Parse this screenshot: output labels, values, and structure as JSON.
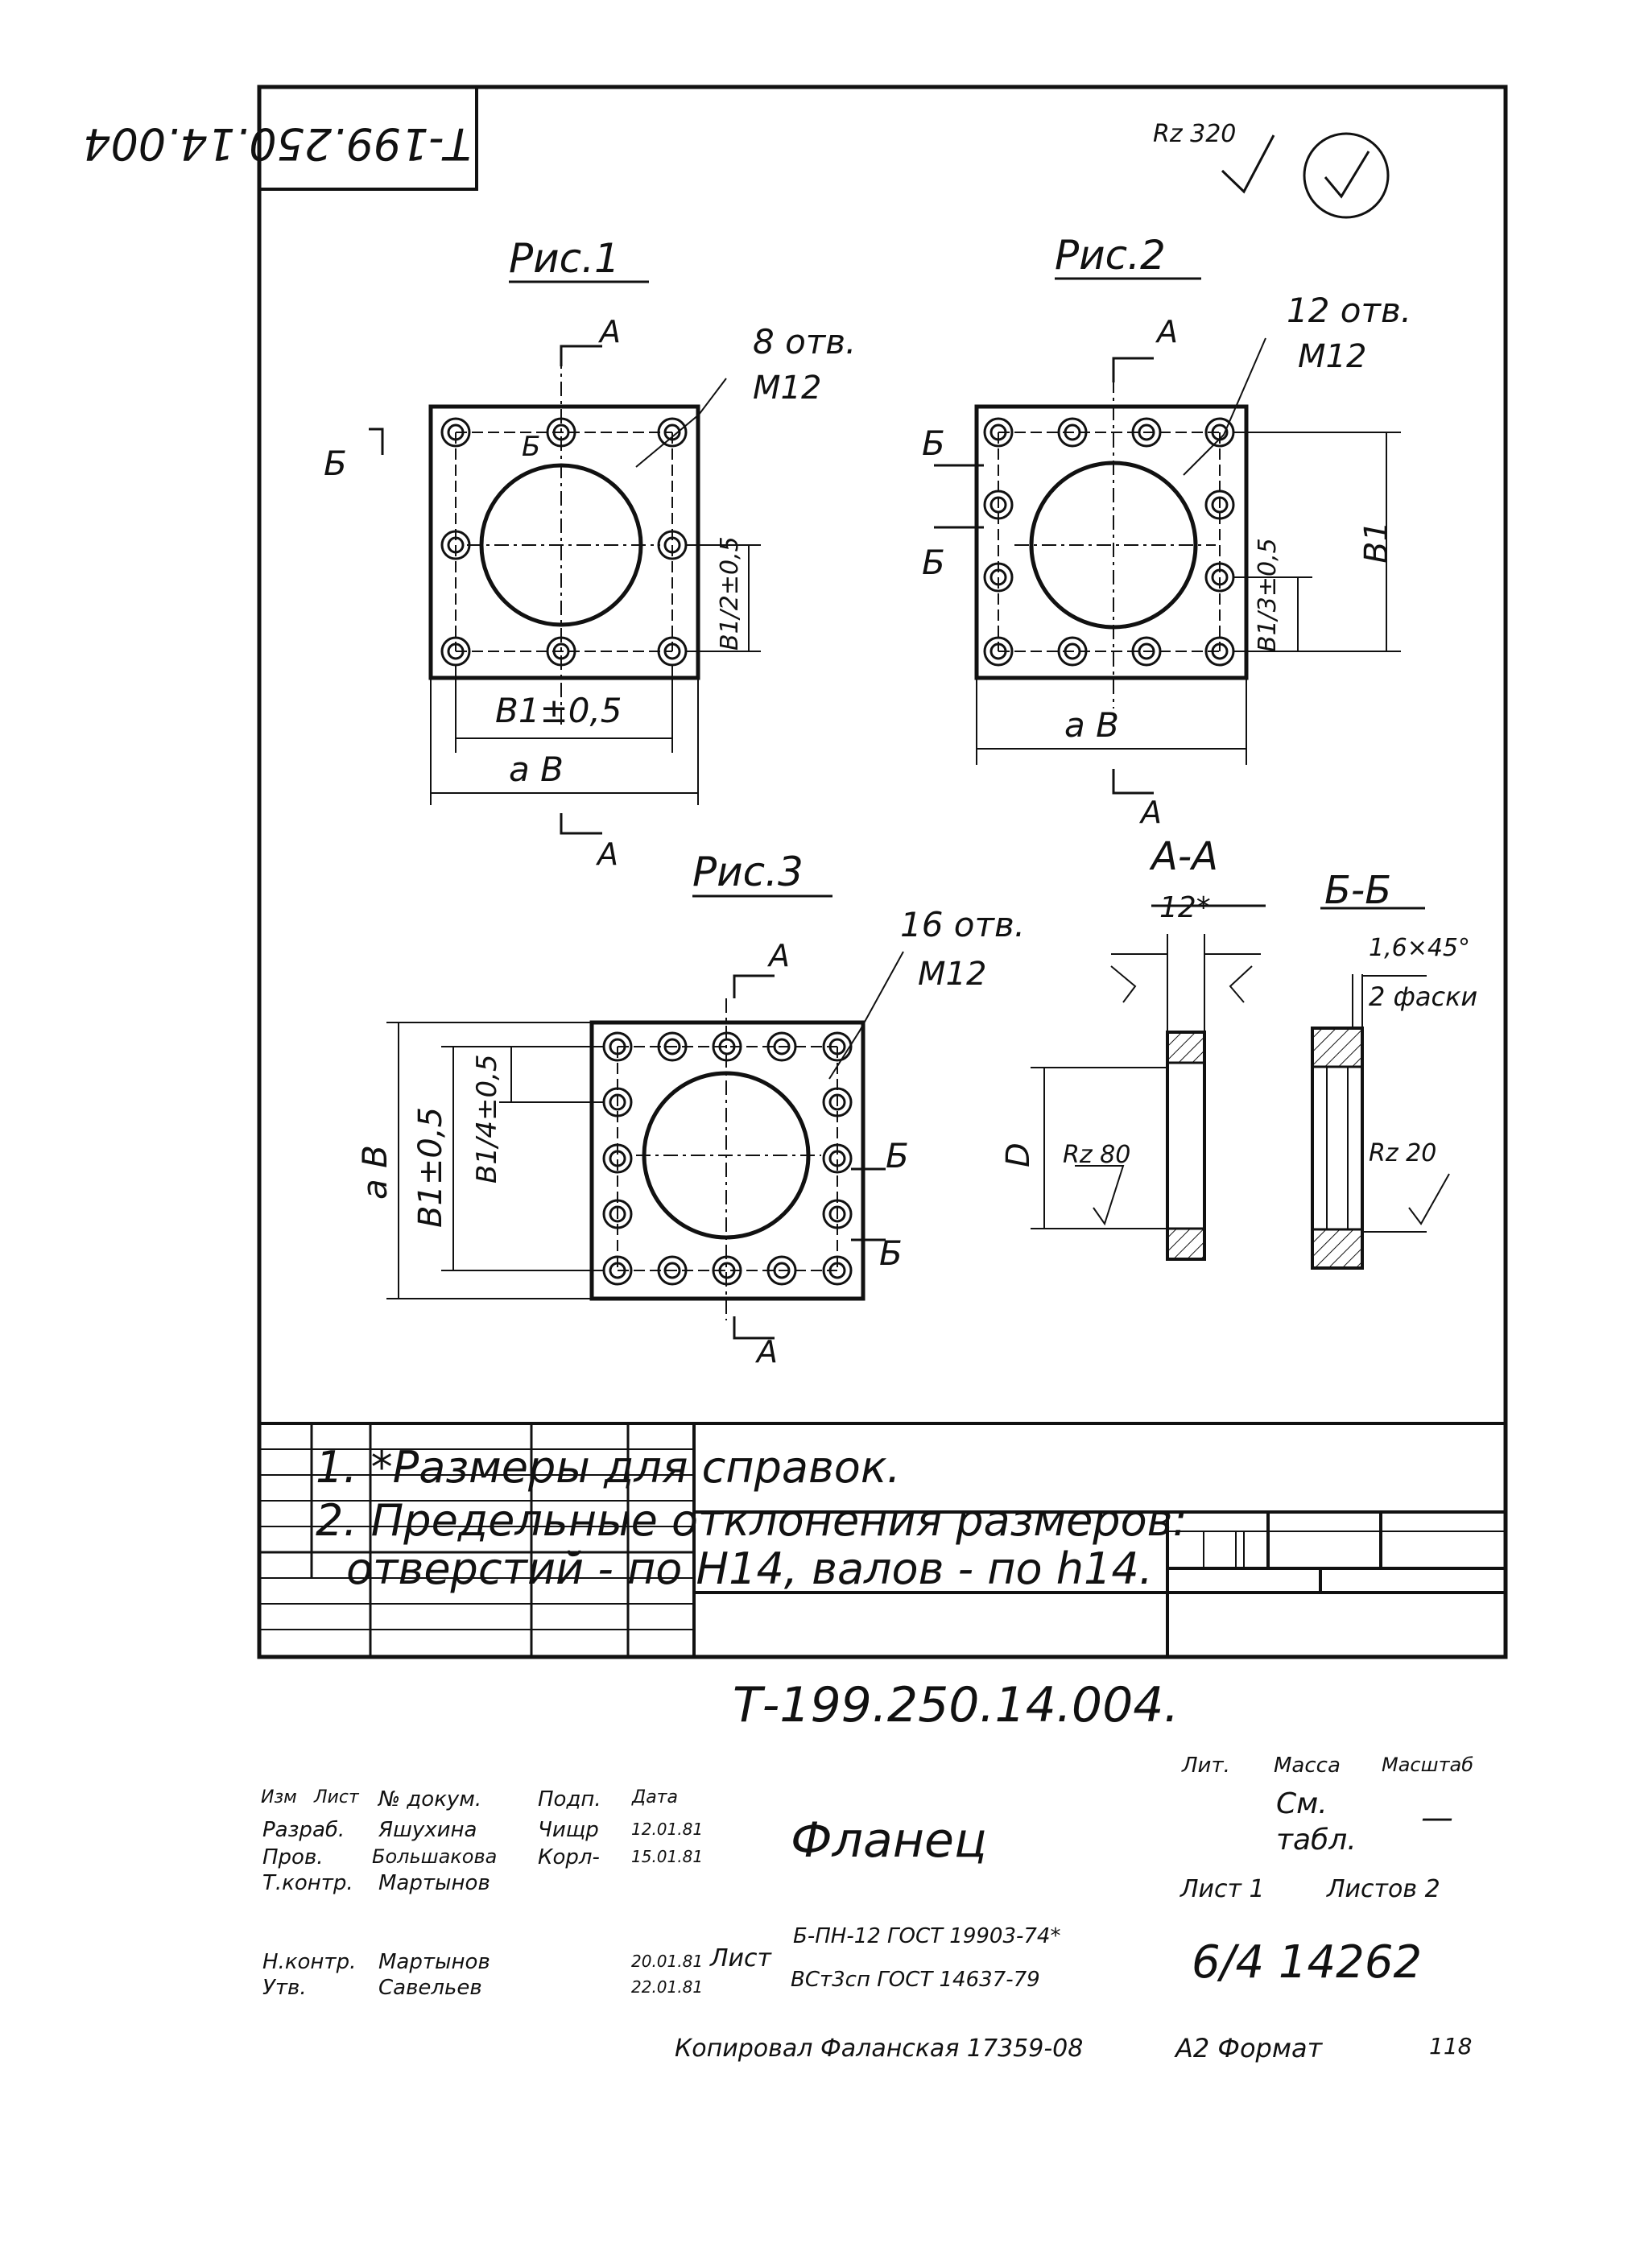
{
  "corner_code": "Т-199.250.14.004",
  "roughness_general": "Rz 320",
  "figures": {
    "fig1": {
      "title": "Рис.1",
      "holes": "8 отв.",
      "thread": "М12",
      "dim_b1": "В1±0,5",
      "dim_ab": "а В",
      "dim_side": "В1/2±0,5"
    },
    "fig2": {
      "title": "Рис.2",
      "holes": "12 отв.",
      "thread": "М12",
      "dim_b1_side": "В1",
      "dim_ab": "а В",
      "dim_side": "В1/3±0,5"
    },
    "fig3": {
      "title": "Рис.3",
      "holes": "16 отв.",
      "thread": "М12",
      "dim_ab": "а В",
      "dim_b1": "В1±0,5",
      "dim_side": "В1/4±0,5"
    }
  },
  "section_marks": {
    "a": "А",
    "b": "Б"
  },
  "section_aa": {
    "title": "А-А",
    "thickness": "12*",
    "diameter": "D",
    "roughness": "Rz 80"
  },
  "section_bb": {
    "title": "Б-Б",
    "chamfer": "1,6×45°",
    "chamfer_note": "2 фаски",
    "roughness": "Rz 20"
  },
  "notes": [
    "1. *Размеры для справок.",
    "2. Предельные отклонения размеров:",
    "отверстий - по Н14, валов - по h14."
  ],
  "title_block": {
    "designation": "Т-199.250.14.004.",
    "name": "Фланец",
    "material_prefix": "Лист",
    "material_line1": "Б-ПН-12 ГОСТ 19903-74*",
    "material_line2": "ВСт3сп ГОСТ 14637-79",
    "col_headers": [
      "Изм",
      "Лист",
      "№ докум.",
      "Подп.",
      "Дата"
    ],
    "roles": [
      "Разраб.",
      "Пров.",
      "Т.контр.",
      "Н.контр.",
      "Утв."
    ],
    "names": [
      "Яшухина",
      "Большакова",
      "Мартынов",
      "Мартынов",
      "Савельев"
    ],
    "dates": [
      "12.01.81",
      "15.01.81",
      "",
      "20.01.81",
      "22.01.81"
    ],
    "signatures": [
      "Чищр",
      "Корл-"
    ],
    "lit_label": "Лит.",
    "mass_label": "Масса",
    "scale_label": "Масштаб",
    "mass_value": "См. табл.",
    "scale_value": "—",
    "sheet_label": "Лист 1",
    "sheets_label": "Листов 2",
    "org_code": "6/4 14262"
  },
  "footer": {
    "copied": "Копировал Фаланская 17359-08",
    "format": "А2 Формат",
    "page": "118"
  }
}
